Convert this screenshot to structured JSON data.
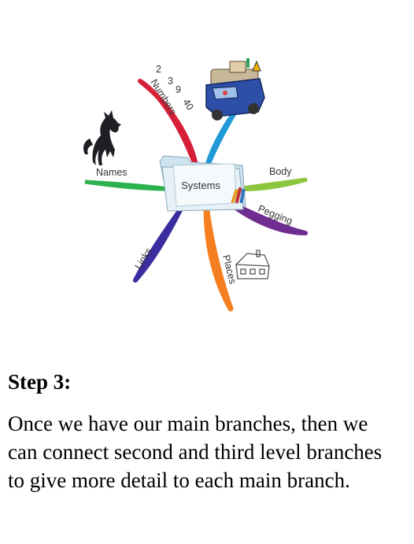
{
  "diagram": {
    "center_label": "Systems",
    "branches": [
      {
        "label": "Numbers",
        "color": "#d6203a"
      },
      {
        "label": "Body",
        "color": "#8cc63f"
      },
      {
        "label": "Pegging",
        "color": "#6f2c91"
      },
      {
        "label": "Places",
        "color": "#f57f20"
      },
      {
        "label": "Links",
        "color": "#3b2da0"
      },
      {
        "label": "Names",
        "color": "#2bb24c"
      },
      {
        "label": "",
        "color": "#1f9ad6"
      }
    ],
    "numbers_list": [
      "2",
      "3",
      "9",
      "40"
    ],
    "icons": [
      "horse-icon",
      "car-icon",
      "house-icon",
      "folder-icon",
      "pencils-icon"
    ]
  },
  "step": {
    "title": "Step 3:",
    "body": "Once we have our main branches, then we can connect second and third level branches to give more detail to each main branch."
  }
}
